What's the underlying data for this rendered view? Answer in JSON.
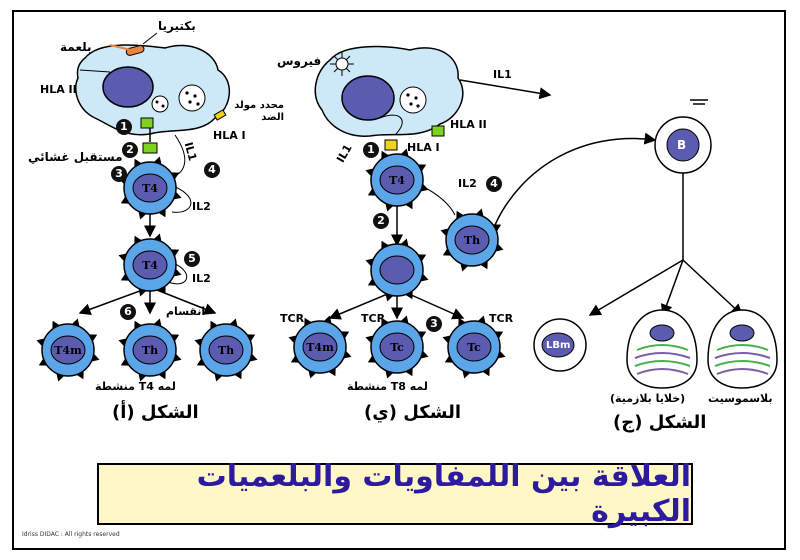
{
  "title": "العلاقة بين اللمفاويات والبلعميات الكبيرة",
  "copyright": "Idriss DIDAC : All rights reserved",
  "colors": {
    "cell_fill": "#5aa6e8",
    "nucleus": "#5b5bb0",
    "macrophage": "#cde9f7",
    "title_text": "#2c1b9e",
    "title_bg": "#fff8c6",
    "receptor": "#7ed321"
  },
  "figure_a": {
    "caption": "الشكل (أ)",
    "bacteria": "بكتيريا",
    "phagosome": "بلعمة",
    "hla2": "HLA II",
    "hla1": "HLA I",
    "antigen_determinant": "محدد مولد الضد",
    "membrane_receptor": "مستقبل غشائي",
    "il1": "IL1",
    "il2": "IL2",
    "il2_b": "IL2",
    "division": "انقسام",
    "activated": "لمه T4 منشطة",
    "cells": {
      "t4": "T4",
      "t4b": "T4",
      "t4m": "T4m",
      "th1": "Th",
      "th2": "Th"
    },
    "steps": [
      "1",
      "2",
      "3",
      "4",
      "5",
      "6"
    ]
  },
  "figure_b": {
    "caption": "الشكل (ي)",
    "virus": "فيروس",
    "hla2": "HLA II",
    "hla1": "HLA I",
    "il1_out": "IL1",
    "il1": "IL1",
    "il2": "IL2",
    "tcr1": "TCR",
    "tcr2": "TCR",
    "tcr3": "TCR",
    "activated": "لمه T8 منشطة",
    "cells": {
      "t4": "T4",
      "th": "Th",
      "t4m": "T4m",
      "tc1": "Tc",
      "tc2": "Tc"
    },
    "steps": [
      "1",
      "2",
      "3",
      "4"
    ]
  },
  "figure_c": {
    "caption": "الشكل (ج)",
    "b_cell": "B",
    "lbm": "LBm",
    "plasmocyte": "بلاسموسيت",
    "plasma_cells": "(خلايا بلازمية)"
  }
}
